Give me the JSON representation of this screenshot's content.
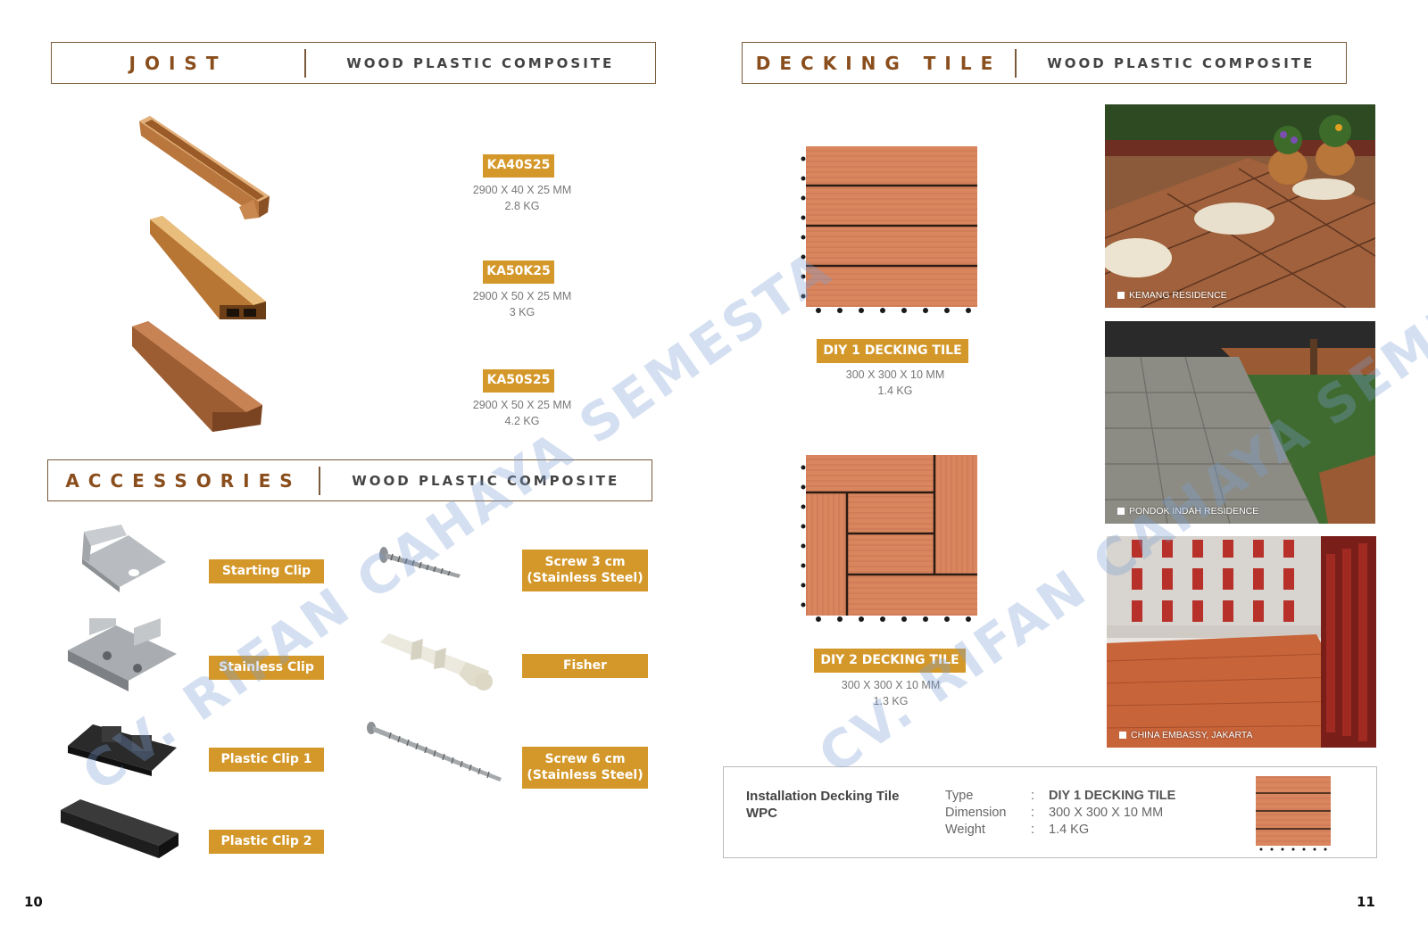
{
  "left_page": {
    "joist_header": {
      "title": "JOIST",
      "subtitle": "WOOD PLASTIC COMPOSITE"
    },
    "joists": [
      {
        "code": "KA40S25",
        "dimension": "2900 X 40 X 25 MM",
        "weight": "2.8 KG"
      },
      {
        "code": "KA50K25",
        "dimension": "2900 X 50 X 25 MM",
        "weight": "3 KG"
      },
      {
        "code": "KA50S25",
        "dimension": "2900 X 50 X 25 MM",
        "weight": "4.2 KG"
      }
    ],
    "accessories_header": {
      "title": "ACCESSORIES",
      "subtitle": "WOOD PLASTIC COMPOSITE"
    },
    "accessories": [
      {
        "label": "Starting Clip"
      },
      {
        "label": "Stainless Clip"
      },
      {
        "label": "Plastic Clip 1"
      },
      {
        "label": "Plastic Clip 2"
      },
      {
        "label": "Screw 3 cm\n(Stainless Steel)"
      },
      {
        "label": "Fisher"
      },
      {
        "label": "Screw 6 cm\n(Stainless Steel)"
      }
    ],
    "page_number": "10"
  },
  "right_page": {
    "decking_header": {
      "title": "DECKING TILE",
      "subtitle": "WOOD PLASTIC COMPOSITE"
    },
    "tiles": [
      {
        "name": "DIY 1 DECKING TILE",
        "dimension": "300 X 300 X 10 MM",
        "weight": "1.4 KG"
      },
      {
        "name": "DIY 2 DECKING TILE",
        "dimension": "300 X 300 X 10 MM",
        "weight": "1.3 KG"
      }
    ],
    "photos": [
      {
        "caption": "KEMANG RESIDENCE"
      },
      {
        "caption": "PONDOK INDAH RESIDENCE"
      },
      {
        "caption": "CHINA EMBASSY, JAKARTA"
      }
    ],
    "installation": {
      "title_line1": "Installation Decking Tile",
      "title_line2": "WPC",
      "rows": [
        {
          "label": "Type",
          "value": "DIY 1 DECKING TILE"
        },
        {
          "label": "Dimension",
          "value": "300 X 300 X 10 MM"
        },
        {
          "label": "Weight",
          "value": "1.4 KG"
        }
      ],
      "separator": ":"
    },
    "page_number": "11"
  },
  "watermark": "CV. RIFAN CAHAYA SEMESTA",
  "colors": {
    "accent_gold": "#d4982a",
    "header_brown": "#8a4e1d",
    "wood": "#d4845a"
  }
}
